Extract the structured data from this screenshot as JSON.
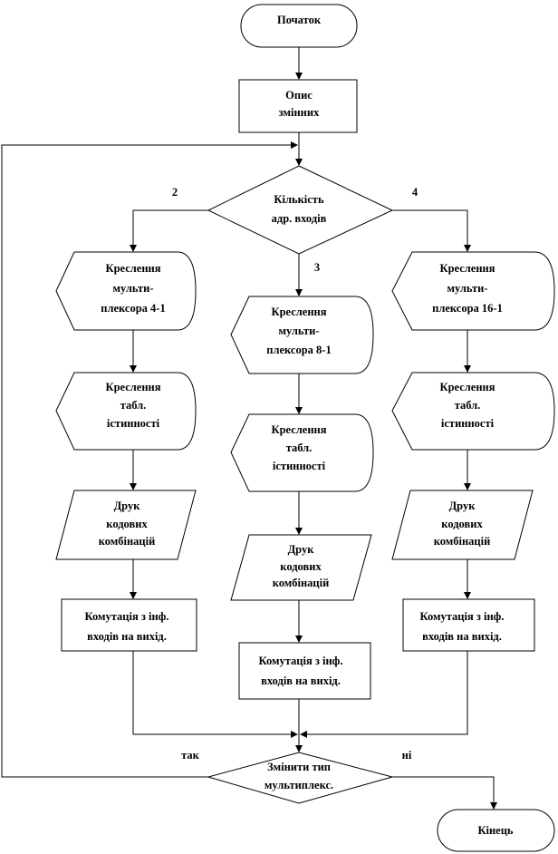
{
  "start": "Початок",
  "vars": [
    "Опис",
    "змінних"
  ],
  "decision1": [
    "Кількість",
    "адр. входів"
  ],
  "branch_labels": {
    "left": "2",
    "middle": "3",
    "right": "4"
  },
  "columns": [
    {
      "draw_mux": [
        "Креслення",
        "мульти-",
        "плексора 4-1"
      ],
      "draw_table": [
        "Креслення",
        "табл.",
        "істинності"
      ],
      "print": [
        "Друк",
        "кодових",
        "комбінацій"
      ],
      "switch": [
        "Комутація з інф.",
        "входів на вихід."
      ]
    },
    {
      "draw_mux": [
        "Креслення",
        "мульти-",
        "плексора 8-1"
      ],
      "draw_table": [
        "Креслення",
        "табл.",
        "істинності"
      ],
      "print": [
        "Друк",
        "кодових",
        "комбінацій"
      ],
      "switch": [
        "Комутація з інф.",
        "входів на вихід."
      ]
    },
    {
      "draw_mux": [
        "Креслення",
        "мульти-",
        "плексора 16-1"
      ],
      "draw_table": [
        "Креслення",
        "табл.",
        "істинності"
      ],
      "print": [
        "Друк",
        "кодових",
        "комбінацій"
      ],
      "switch": [
        "Комутація з інф.",
        "входів на вихід."
      ]
    }
  ],
  "decision2": [
    "Змінити тип",
    "мультиплекс."
  ],
  "yes_label": "так",
  "no_label": "ні",
  "end": "Кінець"
}
